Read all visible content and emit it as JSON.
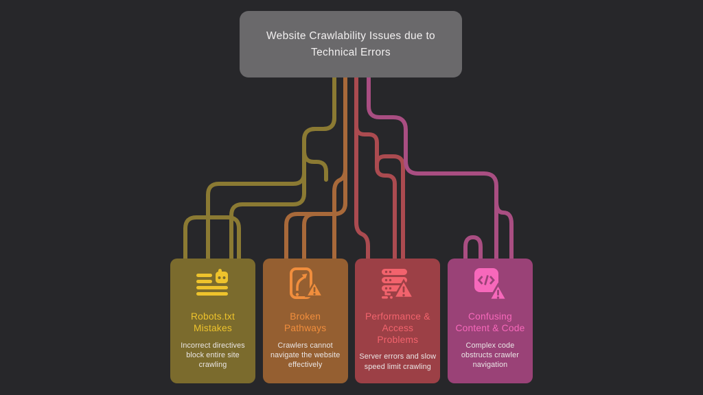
{
  "header": {
    "title": "Website Crawlability Issues due to\nTechnical Errors"
  },
  "cards": [
    {
      "title": "Robots.txt\nMistakes",
      "description": "Incorrect directives\nblock entire site\ncrawling",
      "icon": "robot-checklist-icon",
      "bg": "#7b6b2d",
      "accent": "#eec32c",
      "line": "#8b7a33"
    },
    {
      "title": "Broken\nPathways",
      "description": "Crawlers cannot\nnavigate the website\neffectively",
      "icon": "broken-path-warning-icon",
      "bg": "#955f31",
      "accent": "#f18e3d",
      "line": "#a8693a"
    },
    {
      "title": "Performance &\nAccess\nProblems",
      "description": "Server errors and slow\nspeed limit crawling",
      "icon": "server-warning-icon",
      "bg": "#9c4046",
      "accent": "#f2636d",
      "line": "#ab4b50"
    },
    {
      "title": "Confusing\nContent & Code",
      "description": "Complex code\nobstructs crawler\nnavigation",
      "icon": "code-warning-icon",
      "bg": "#9a4277",
      "accent": "#f768bb",
      "line": "#a94e82"
    }
  ],
  "colors": {
    "background": "#27272a",
    "title_box_bg": "#6a696b",
    "title_text": "#f2f0f0",
    "desc_text": "#ebe7e7"
  }
}
